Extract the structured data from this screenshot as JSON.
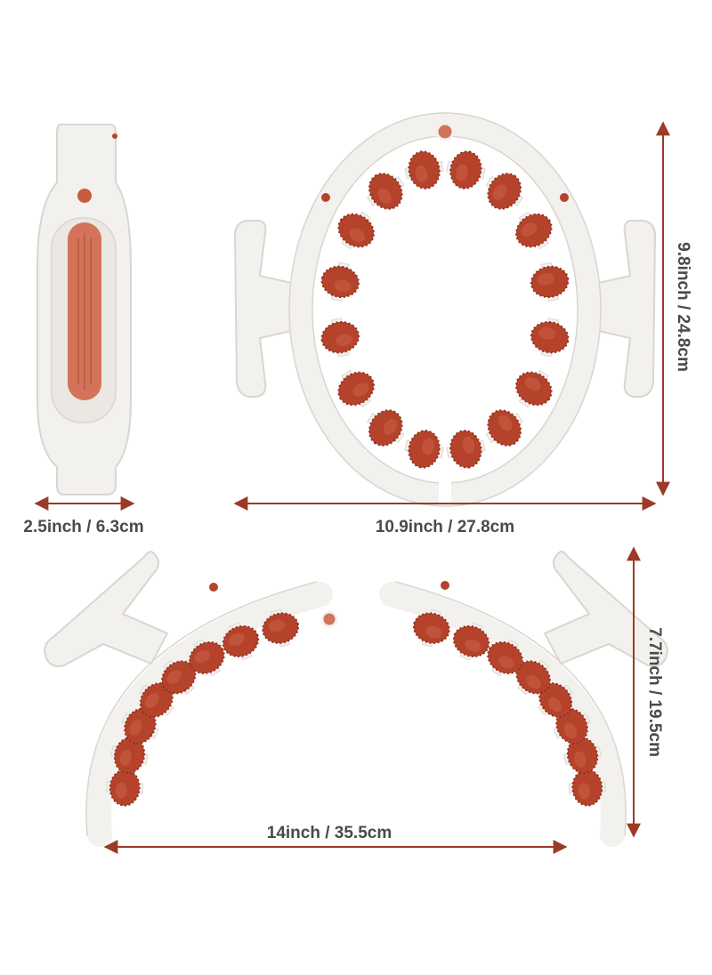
{
  "colors": {
    "background": "#ffffff",
    "body_white": "#f3f1ee",
    "body_shadow": "#d9d6d1",
    "roller_red": "#b5432c",
    "roller_dark": "#8a2c1b",
    "accent_terracotta": "#d2735a",
    "arrow_brown": "#9b3a26",
    "label_text": "#4a4a4a"
  },
  "dimensions": {
    "side_width": "2.5inch / 6.3cm",
    "closed_width": "10.9inch / 27.8cm",
    "closed_height": "9.8inch  /  24.8cm",
    "open_width": "14inch / 35.5cm",
    "open_height": "7.7inch  /  19.5cm"
  },
  "views": [
    {
      "name": "side-view",
      "roller_count": 0
    },
    {
      "name": "closed-ring-view",
      "roller_count": 16
    },
    {
      "name": "open-ring-view",
      "roller_count": 16
    }
  ]
}
